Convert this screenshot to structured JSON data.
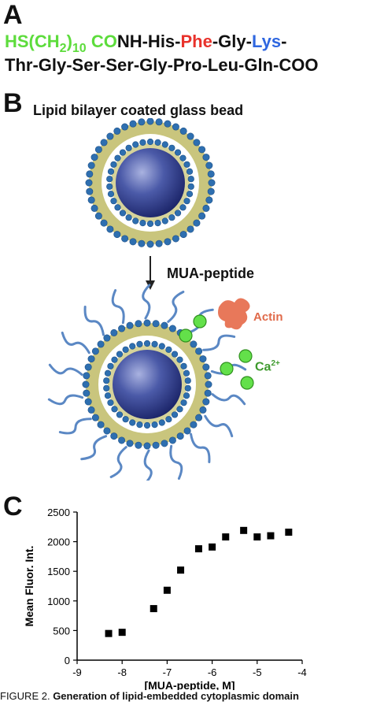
{
  "panelA": {
    "letter": "A",
    "seq_line1": {
      "p1": "HS(CH",
      "p2": "2",
      "p3": ")",
      "p4": "10",
      "p5": " CO",
      "p6": "NH-His-",
      "p7": "Phe",
      "p8": "-Gly-",
      "p9": "Lys",
      "p10": "-"
    },
    "seq_line2": "Thr-Gly-Ser-Ser-Gly-Pro-Leu-Gln-COO"
  },
  "panelB": {
    "letter": "B",
    "title": "Lipid bilayer coated glass bead",
    "arrow_label": "MUA-peptide",
    "actin_label": "Actin",
    "ca_label": "Ca",
    "ca_sup": "2+"
  },
  "panelC": {
    "letter": "C",
    "chart_data": {
      "type": "scatter",
      "xlabel": "[MUA-peptide, M]",
      "ylabel": "Mean Fluor. Int.",
      "xlim": [
        -9,
        -4
      ],
      "ylim": [
        0,
        2500
      ],
      "xticks": [
        -9,
        -8,
        -7,
        -6,
        -5,
        -4
      ],
      "yticks": [
        0,
        500,
        1000,
        1500,
        2000,
        2500
      ],
      "xtick_labels": [
        "-9",
        "-8",
        "-7",
        "-6",
        "-5",
        "-4"
      ],
      "ytick_labels": [
        "0",
        "500",
        "1000",
        "1500",
        "2000",
        "2500"
      ],
      "points": [
        {
          "x": -8.3,
          "y": 450
        },
        {
          "x": -8.0,
          "y": 470
        },
        {
          "x": -7.3,
          "y": 870
        },
        {
          "x": -7.0,
          "y": 1180
        },
        {
          "x": -6.7,
          "y": 1520
        },
        {
          "x": -6.3,
          "y": 1880
        },
        {
          "x": -6.0,
          "y": 1910
        },
        {
          "x": -5.7,
          "y": 2080
        },
        {
          "x": -5.3,
          "y": 2190
        },
        {
          "x": -5.0,
          "y": 2080
        },
        {
          "x": -4.7,
          "y": 2100
        },
        {
          "x": -4.3,
          "y": 2160
        }
      ],
      "marker_color": "#000000"
    }
  },
  "caption": {
    "prefix": "FIGURE 2.",
    "text": " Generation of lipid-embedded cytoplasmic domain"
  }
}
